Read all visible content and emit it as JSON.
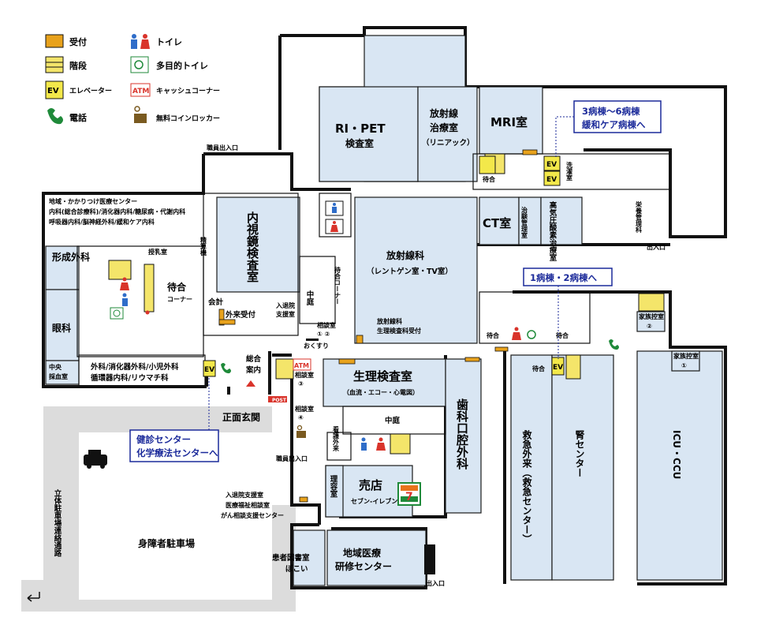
{
  "legend": {
    "reception": "受付",
    "stairs": "階段",
    "elevator": "エレベーター",
    "elevator_badge": "EV",
    "phone": "電話",
    "toilet": "トイレ",
    "accessible_toilet": "多目的トイレ",
    "atm": "キャッシュコーナー",
    "atm_badge": "ATM",
    "locker": "無料コインロッカー"
  },
  "colors": {
    "room": "#d9e6f3",
    "reception": "#e8a21c",
    "stairs": "#f4e56a",
    "elevator": "#f3e84a",
    "callout_text": "#1b2a9a",
    "gray_area": "#dcdcdc",
    "toilet_male": "#2f6dc9",
    "toilet_female": "#d9342b",
    "phone": "#1f8a3a",
    "atm": "#d9342b"
  },
  "rooms": {
    "ri_pet": [
      "RI・PET",
      "検査室"
    ],
    "radiotherapy": [
      "放射線",
      "治療室",
      "（リニアック）"
    ],
    "mri": "MRI室",
    "ct": "CT室",
    "trial_mgmt": "治験管理室",
    "hyperbaric": "高気圧酸素治療室",
    "laundry": "洗濯室",
    "nutrition": "栄養管理科",
    "radiology": [
      "放射線科",
      "（レントゲン室・TV室）"
    ],
    "radiology_reception": [
      "放射線科",
      "生理検査科受付"
    ],
    "endoscopy": "内視鏡検査室",
    "courtyard_1": "中庭",
    "courtyard_2": "中庭",
    "waiting_corner_v": "待合コーナー",
    "outpatient_reception": "外来受付",
    "admission_support_small": [
      "入退院",
      "支援室"
    ],
    "consult_12": [
      "相談室",
      "①  ②"
    ],
    "pharmacy": "おくすり",
    "physio": [
      "生理検査室",
      "（血流・エコー・心電図）"
    ],
    "dental": "歯科口腔外科",
    "nursing_outpatient": "看護外来",
    "shop": [
      "売店",
      "セブン-イレブン"
    ],
    "science": "理容室",
    "regional_training": [
      "地域医療",
      "研修センター"
    ],
    "library": [
      "患者図書室",
      "ぽこい"
    ],
    "regional_center": [
      "地域・かかりつけ医療センター",
      "内科(総合診療科)/消化器内科/糖尿病・代謝内科",
      "呼吸器内科/脳神経外科/緩和ケア内科"
    ],
    "plastic": "形成外科",
    "eye": "眼科",
    "blood": [
      "中央",
      "採血室"
    ],
    "surgery": [
      "外科/消化器外科/小児外科",
      "循環器内科/リウマチ科"
    ],
    "nursing_room": "授乳室",
    "waiting_corner": [
      "待合",
      "コーナー"
    ],
    "accounting": "会計",
    "accounting_machine": "精算機",
    "info": [
      "総合",
      "案内"
    ],
    "consult_3": [
      "相談室",
      "③"
    ],
    "consult_4": [
      "相談室",
      "④"
    ],
    "emergency": "救急外来（救急センター）",
    "kidney": "腎センター",
    "icu": "ICU・CCU",
    "family_2": [
      "家族控室",
      "②"
    ],
    "family_1": [
      "家族控室",
      "①"
    ],
    "waiting_a": "待合",
    "waiting_b": "待合",
    "waiting_c": "待合",
    "waiting_d": "待合",
    "staff_entrance_top": "職員出入口",
    "staff_entrance_mid": "職員出入口",
    "exit_right": "出入口",
    "exit_bottom": "出入口",
    "main_entrance": "正面玄関",
    "disabled_parking": "身障者駐車場",
    "parking_path": "立体駐車場連絡通路",
    "admission_support_label": [
      "入退院支援室",
      "医療福祉相談室",
      "がん相談支援センター"
    ],
    "post": "POST",
    "seven": "7"
  },
  "callouts": {
    "wards_3_6": [
      "3病棟～6病棟",
      "緩和ケア病棟へ"
    ],
    "wards_1_2": "1病棟・2病棟へ",
    "health_center": [
      "健診センター",
      "化学療法センターへ"
    ]
  },
  "icons": {
    "ev": "EV",
    "atm": "ATM"
  }
}
